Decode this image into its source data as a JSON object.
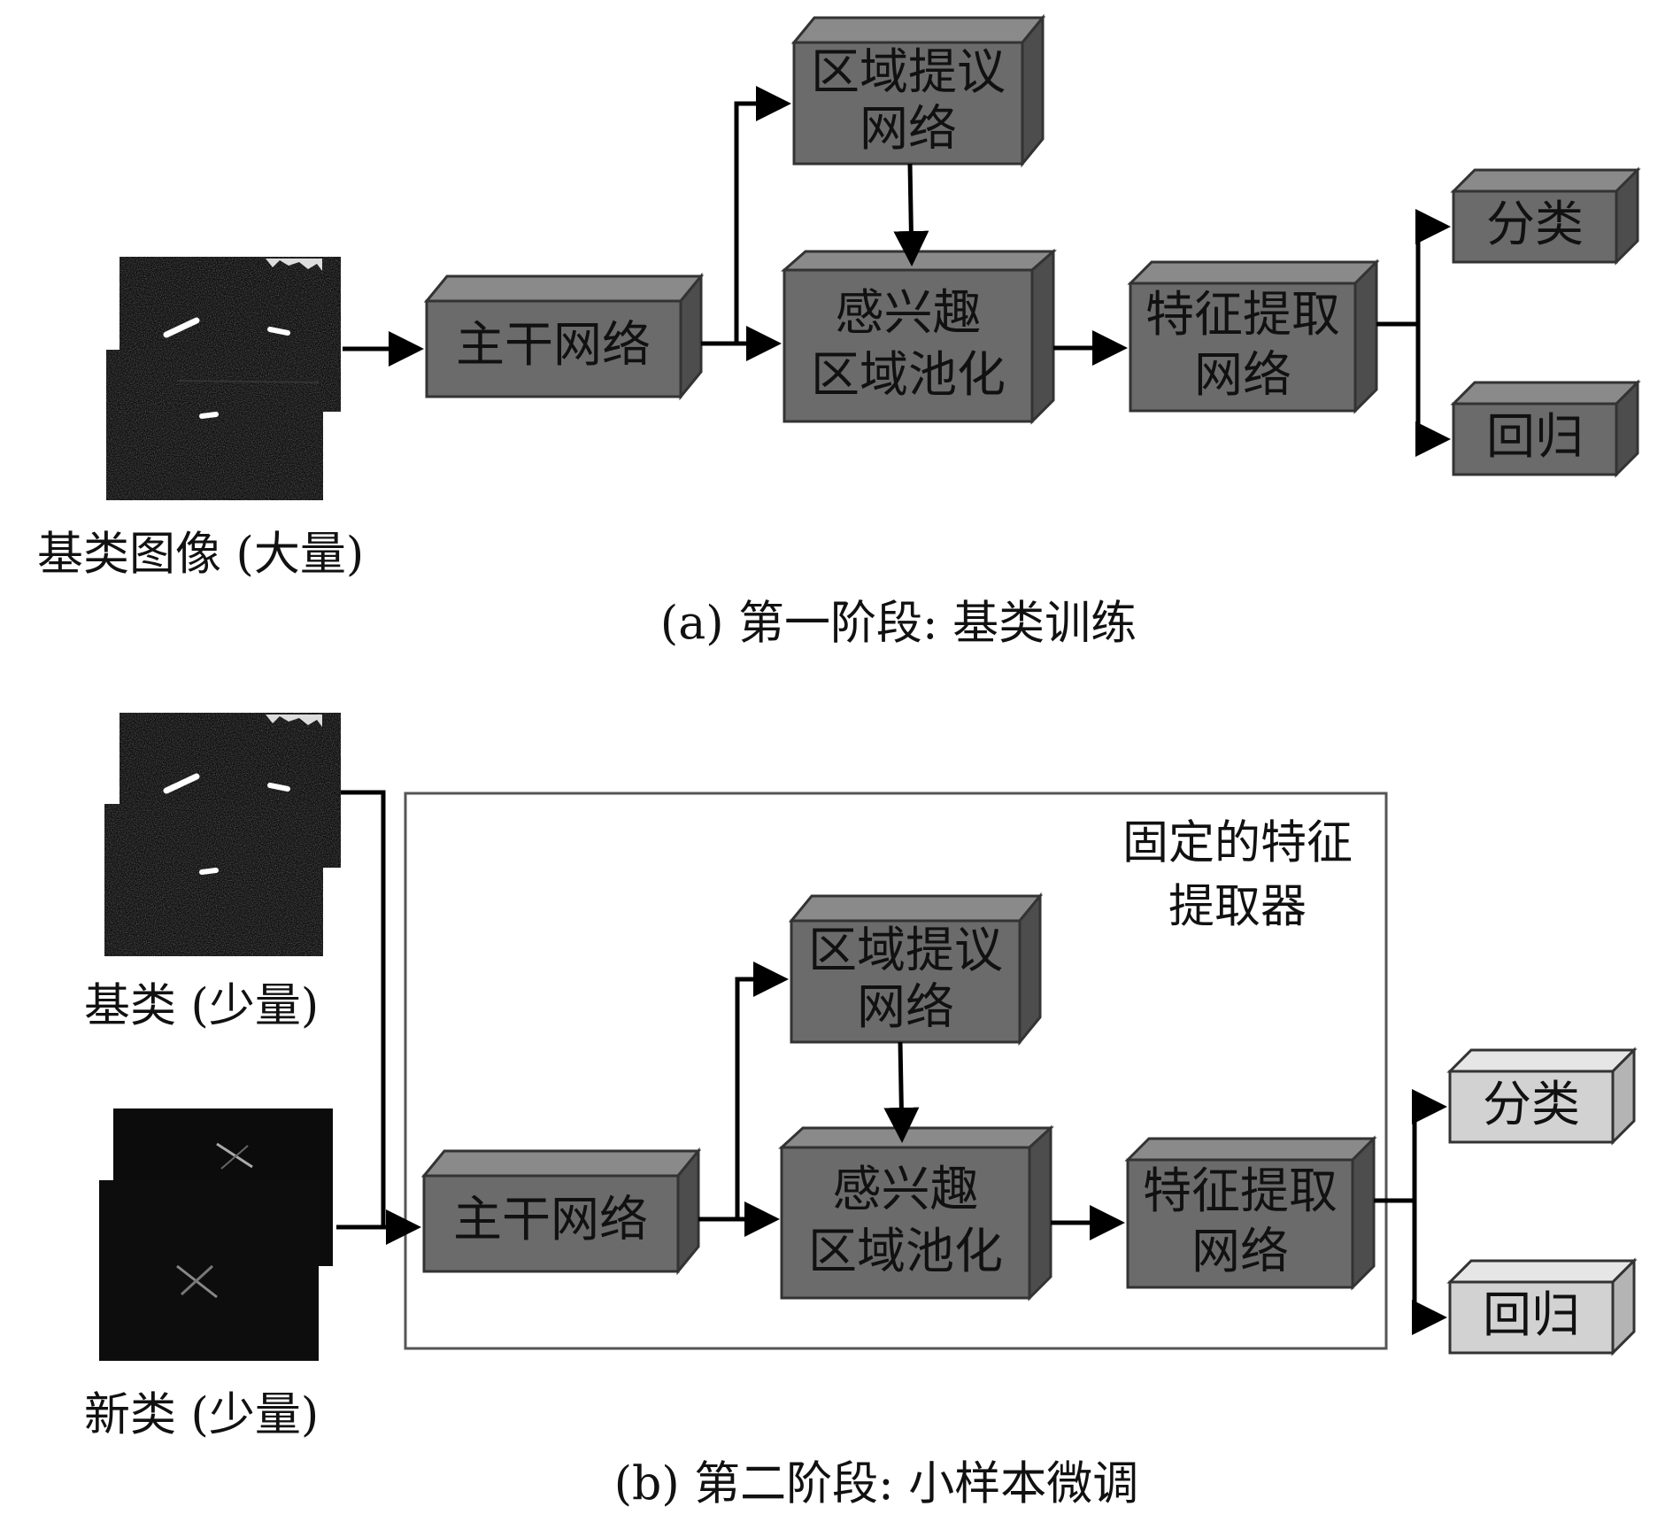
{
  "stage_a": {
    "caption": "(a) 第一阶段: 基类训练",
    "image_label": "基类图像 (大量)",
    "backbone": "主干网络",
    "rpn_line1": "区域提议",
    "rpn_line2": "网络",
    "roi_line1": "感兴趣",
    "roi_line2": "区域池化",
    "fe_line1": "特征提取",
    "fe_line2": "网络",
    "cls": "分类",
    "reg": "回归"
  },
  "stage_b": {
    "caption": "(b) 第二阶段: 小样本微调",
    "base_label": "基类  (少量)",
    "novel_label": "新类  (少量)",
    "frozen_line1": "固定的特征",
    "frozen_line2": "提取器",
    "backbone": "主干网络",
    "rpn_line1": "区域提议",
    "rpn_line2": "网络",
    "roi_line1": "感兴趣",
    "roi_line2": "区域池化",
    "fe_line1": "特征提取",
    "fe_line2": "网络",
    "cls": "分类",
    "reg": "回归"
  },
  "colors": {
    "box_front": "#6b6b6b",
    "box_top": "#8a8a8a",
    "box_side": "#4d4d4d",
    "light_front": "#d2d2d2",
    "light_top": "#e6e6e6",
    "light_side": "#b4b4b4"
  }
}
